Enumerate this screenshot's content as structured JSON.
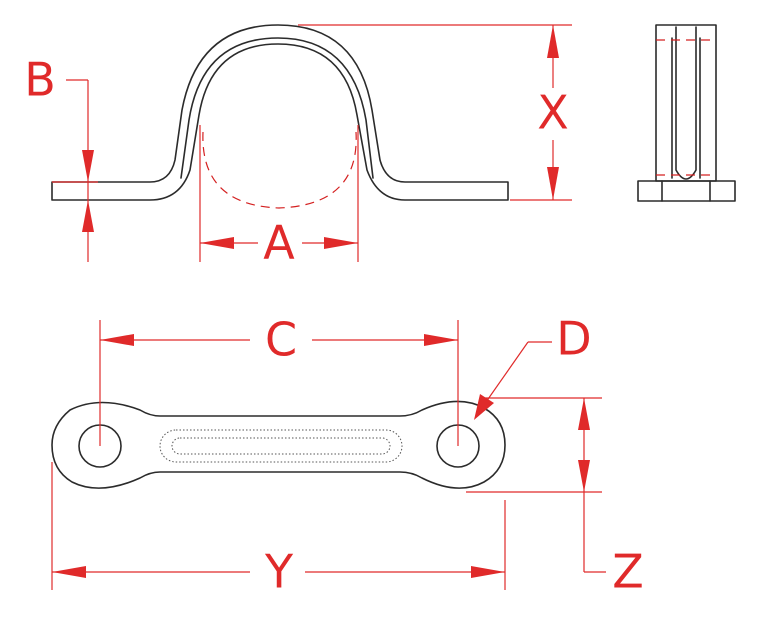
{
  "labels": {
    "a": "A",
    "b": "B",
    "c": "C",
    "d": "D",
    "x": "X",
    "y": "Y",
    "z": "Z"
  },
  "colors": {
    "dimension": "#e02a2a",
    "outline": "#2b2b2b",
    "background": "#ffffff"
  }
}
